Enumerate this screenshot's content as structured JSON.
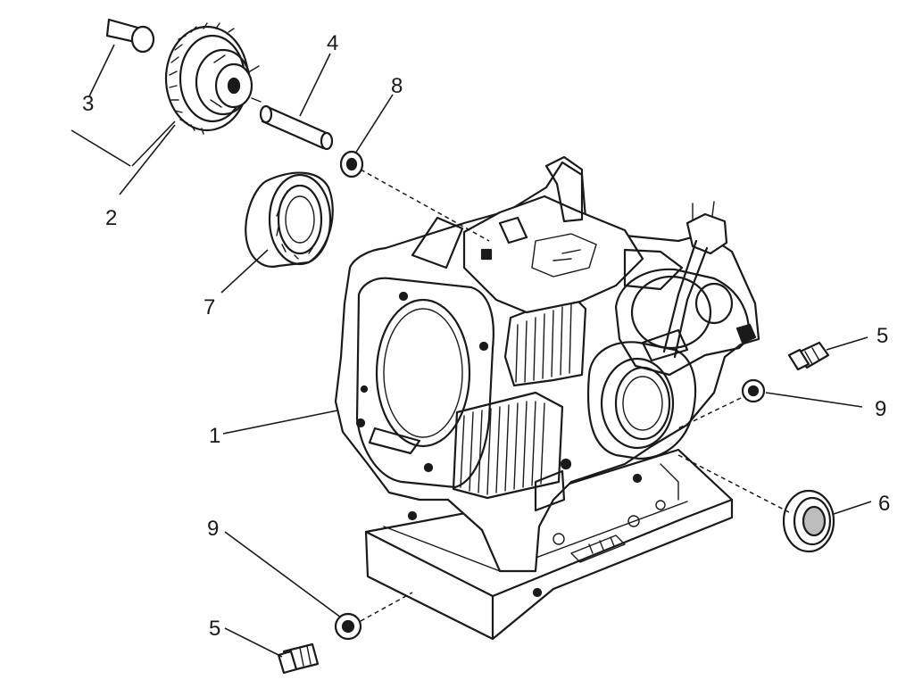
{
  "diagram": {
    "callouts": [
      {
        "id": "c1",
        "text": "1"
      },
      {
        "id": "c2",
        "text": "2"
      },
      {
        "id": "c3",
        "text": "3"
      },
      {
        "id": "c4",
        "text": "4"
      },
      {
        "id": "c5a",
        "text": "5"
      },
      {
        "id": "c5b",
        "text": "5"
      },
      {
        "id": "c6",
        "text": "6"
      },
      {
        "id": "c7",
        "text": "7"
      },
      {
        "id": "c8",
        "text": "8"
      },
      {
        "id": "c9a",
        "text": "9"
      },
      {
        "id": "c9b",
        "text": "9"
      }
    ]
  }
}
